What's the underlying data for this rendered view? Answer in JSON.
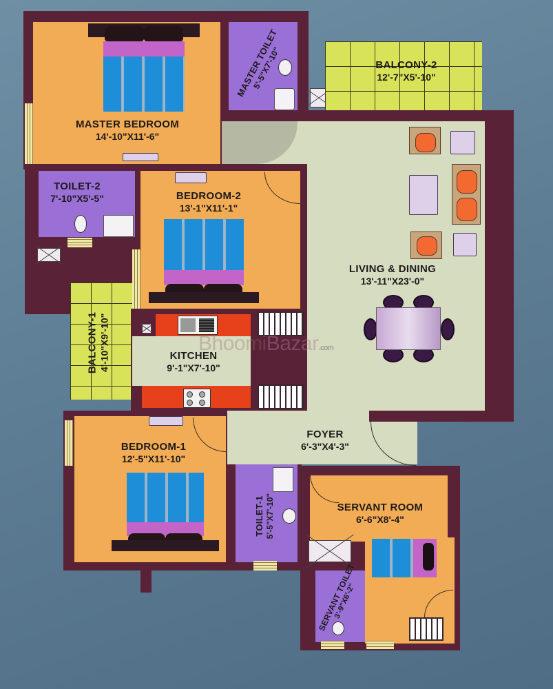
{
  "floor_plan": {
    "colors": {
      "wall": "#5a2236",
      "bedroom": "#f2ac55",
      "toilet": "#9a6fd6",
      "living": "#d6dcc0",
      "balcony": "#d9e35a",
      "kitchen_counter": "#e7411c",
      "bed_sheet": "#1e8ed8",
      "background": "#5e7e95"
    },
    "rooms": {
      "master_bedroom": {
        "name": "MASTER BEDROOM",
        "dims": "14'-10\"X11'-6\""
      },
      "master_toilet": {
        "name": "MASTER TOILET",
        "dims": "5'-5\"X7'-10\""
      },
      "balcony_2": {
        "name": "BALCONY-2",
        "dims": "12'-7\"X5'-10\""
      },
      "toilet_2": {
        "name": "TOILET-2",
        "dims": "7'-10\"X5'-5\""
      },
      "bedroom_2": {
        "name": "BEDROOM-2",
        "dims": "13'-1\"X11'-1\""
      },
      "living_dining": {
        "name": "LIVING & DINING",
        "dims": "13'-11\"X23'-0\""
      },
      "balcony_1": {
        "name": "BALCONY-1",
        "dims": "4'-10\"X9'-10\""
      },
      "kitchen": {
        "name": "KITCHEN",
        "dims": "9'-1\"X7'-10\""
      },
      "bedroom_1": {
        "name": "BEDROOM-1",
        "dims": "12'-5\"X11'-10\""
      },
      "foyer": {
        "name": "FOYER",
        "dims": "6'-3\"X4'-3\""
      },
      "toilet_1": {
        "name": "TOILET-1",
        "dims": "5'-5\"X7'-10\""
      },
      "servant_room": {
        "name": "SERVANT ROOM",
        "dims": "6'-6\"X8'-4\""
      },
      "servant_toilet": {
        "name": "SERVANT TOILET",
        "dims": "3'-9\"X6'-2\""
      }
    },
    "watermark": {
      "part1": "Bhoomi",
      "part2": "Bazar",
      "suffix": ".com"
    }
  }
}
